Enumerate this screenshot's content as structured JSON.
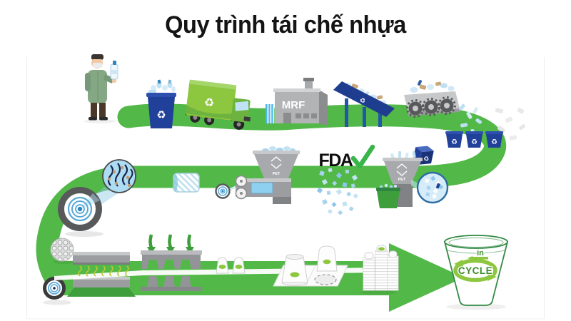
{
  "title": "Quy trình tái chế nhựa",
  "labels": {
    "mrf": "MRF",
    "fda": "FDA",
    "pet": "PET",
    "logo_in": "in",
    "logo_cycle": "CYCLE"
  },
  "icons": {
    "recycle": "♻"
  },
  "colors": {
    "arrow_green": "#52b848",
    "platform_green": "#3f9e3c",
    "truck_green": "#8dc63f",
    "bin_blue": "#21409a",
    "conveyor_blue": "#1f3d8f",
    "machine_gray": "#a7a9ac",
    "machine_gray_dark": "#808285",
    "machine_gray_light": "#c7c8ca",
    "roll_ring_gray": "#58595b",
    "flake_blue": "#a8d4ee",
    "magnifier_blue": "#d6ecf8",
    "spiral_blue": "#57a8d8",
    "check_green": "#39b54a",
    "logo_green": "#8dc63f",
    "logo_text_green": "#3e8e2e",
    "cup_outline_green": "#338a45",
    "ink": "#141414"
  }
}
